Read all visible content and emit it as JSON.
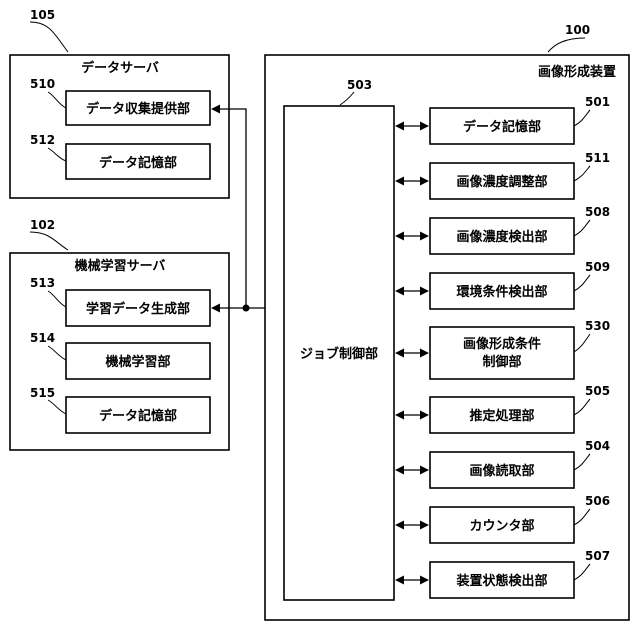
{
  "servers": {
    "data_server": {
      "ref": "105",
      "title": "データサーバ",
      "blocks": [
        {
          "ref": "510",
          "label": "データ収集提供部"
        },
        {
          "ref": "512",
          "label": "データ記憶部"
        }
      ]
    },
    "ml_server": {
      "ref": "102",
      "title": "機械学習サーバ",
      "blocks": [
        {
          "ref": "513",
          "label": "学習データ生成部"
        },
        {
          "ref": "514",
          "label": "機械学習部"
        },
        {
          "ref": "515",
          "label": "データ記憶部"
        }
      ]
    }
  },
  "device": {
    "ref": "100",
    "title": "画像形成装置",
    "controller": {
      "ref": "503",
      "label": "ジョブ制御部"
    },
    "blocks": [
      {
        "ref": "501",
        "label": "データ記憶部"
      },
      {
        "ref": "511",
        "label": "画像濃度調整部"
      },
      {
        "ref": "508",
        "label": "画像濃度検出部"
      },
      {
        "ref": "509",
        "label": "環境条件検出部"
      },
      {
        "ref": "530",
        "label": "画像形成条件",
        "label2": "制御部"
      },
      {
        "ref": "505",
        "label": "推定処理部"
      },
      {
        "ref": "504",
        "label": "画像読取部"
      },
      {
        "ref": "506",
        "label": "カウンタ部"
      },
      {
        "ref": "507",
        "label": "装置状態検出部"
      }
    ]
  }
}
